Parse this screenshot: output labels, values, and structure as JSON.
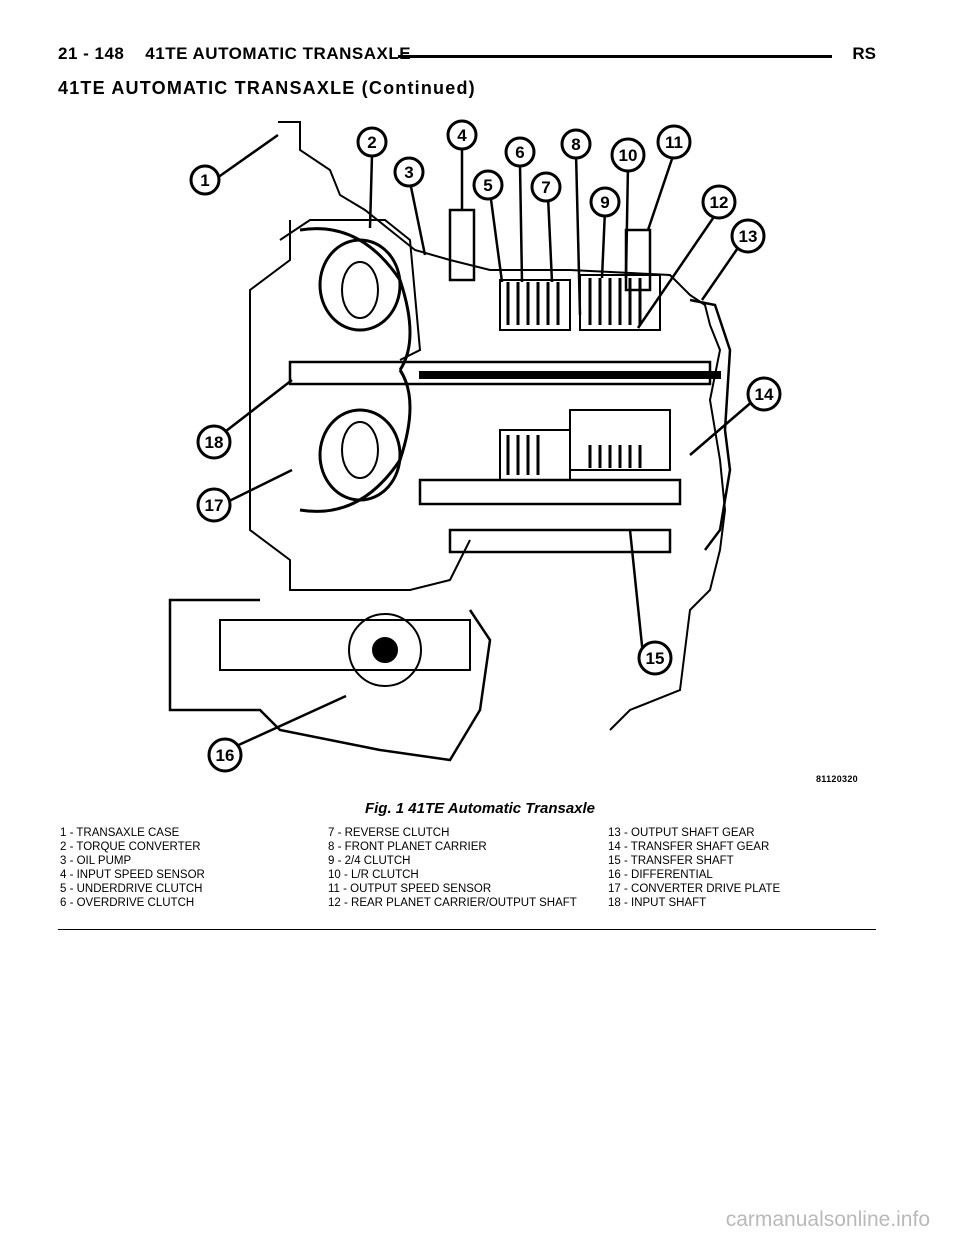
{
  "header": {
    "page_ref": "21 - 148",
    "chapter_title": "41TE AUTOMATIC TRANSAXLE",
    "model": "RS"
  },
  "section_title": "41TE AUTOMATIC TRANSAXLE (Continued)",
  "figure": {
    "id": "81120320",
    "caption": "Fig. 1 41TE Automatic Transaxle",
    "callouts": [
      "1",
      "2",
      "3",
      "4",
      "5",
      "6",
      "7",
      "8",
      "9",
      "10",
      "11",
      "12",
      "13",
      "14",
      "15",
      "16",
      "17",
      "18"
    ]
  },
  "legend": {
    "col1": [
      "1 - TRANSAXLE CASE",
      "2 - TORQUE CONVERTER",
      "3 - OIL PUMP",
      "4 - INPUT SPEED SENSOR",
      "5 - UNDERDRIVE CLUTCH",
      "6 - OVERDRIVE CLUTCH"
    ],
    "col2": [
      "7 - REVERSE CLUTCH",
      "8 - FRONT PLANET CARRIER",
      "9 - 2/4 CLUTCH",
      "10 - L/R CLUTCH",
      "11 - OUTPUT SPEED SENSOR",
      "12 - REAR PLANET CARRIER/OUTPUT SHAFT"
    ],
    "col3": [
      "13 - OUTPUT SHAFT GEAR",
      "14 - TRANSFER SHAFT GEAR",
      "15 - TRANSFER SHAFT",
      "16 - DIFFERENTIAL",
      "17 - CONVERTER DRIVE PLATE",
      "18 - INPUT SHAFT"
    ]
  },
  "watermark": "carmanualsonline.info"
}
